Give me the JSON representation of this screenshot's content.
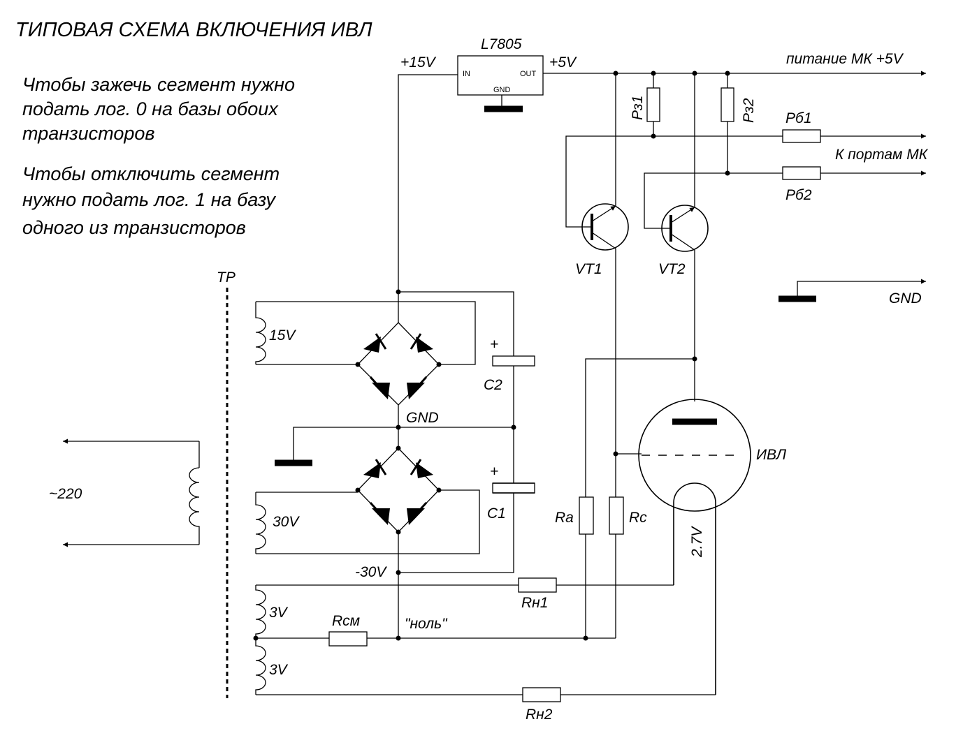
{
  "title": "ТИПОВАЯ СХЕМА ВКЛЮЧЕНИЯ ИВЛ",
  "notes": [
    "Чтобы зажечь сегмент нужно",
    "подать лог. 0 на базы обоих",
    "транзисторов",
    "Чтобы отключить сегмент",
    "нужно подать лог. 1 на базу",
    "одного из транзисторов"
  ],
  "regulator": {
    "name": "L7805",
    "pin_in": "IN",
    "pin_out": "OUT",
    "pin_gnd": "GND"
  },
  "labels": {
    "v15": "+15V",
    "v5": "+5V",
    "mcu_power": "питание МК +5V",
    "to_ports": "К портам МК",
    "gnd_right": "GND",
    "gnd_mid": "GND",
    "transformer": "ТР",
    "mains": "~220",
    "minus30": "-30V",
    "zero": "\"ноль\"",
    "tube": "ИВЛ",
    "filament_voltage": "2.7V",
    "plus_c2": "+",
    "plus_c1": "+"
  },
  "windings": {
    "w15": "15V",
    "w30": "30V",
    "w3a": "3V",
    "w3b": "3V"
  },
  "components": {
    "rz1": "Рз1",
    "rz2": "Рз2",
    "rb1": "Рб1",
    "rb2": "Рб2",
    "vt1": "VT1",
    "vt2": "VT2",
    "c2": "C2",
    "c1": "C1",
    "ra": "Ra",
    "rc": "Rc",
    "rn1": "Rн1",
    "rn2": "Rн2",
    "rsm": "Rсм"
  }
}
